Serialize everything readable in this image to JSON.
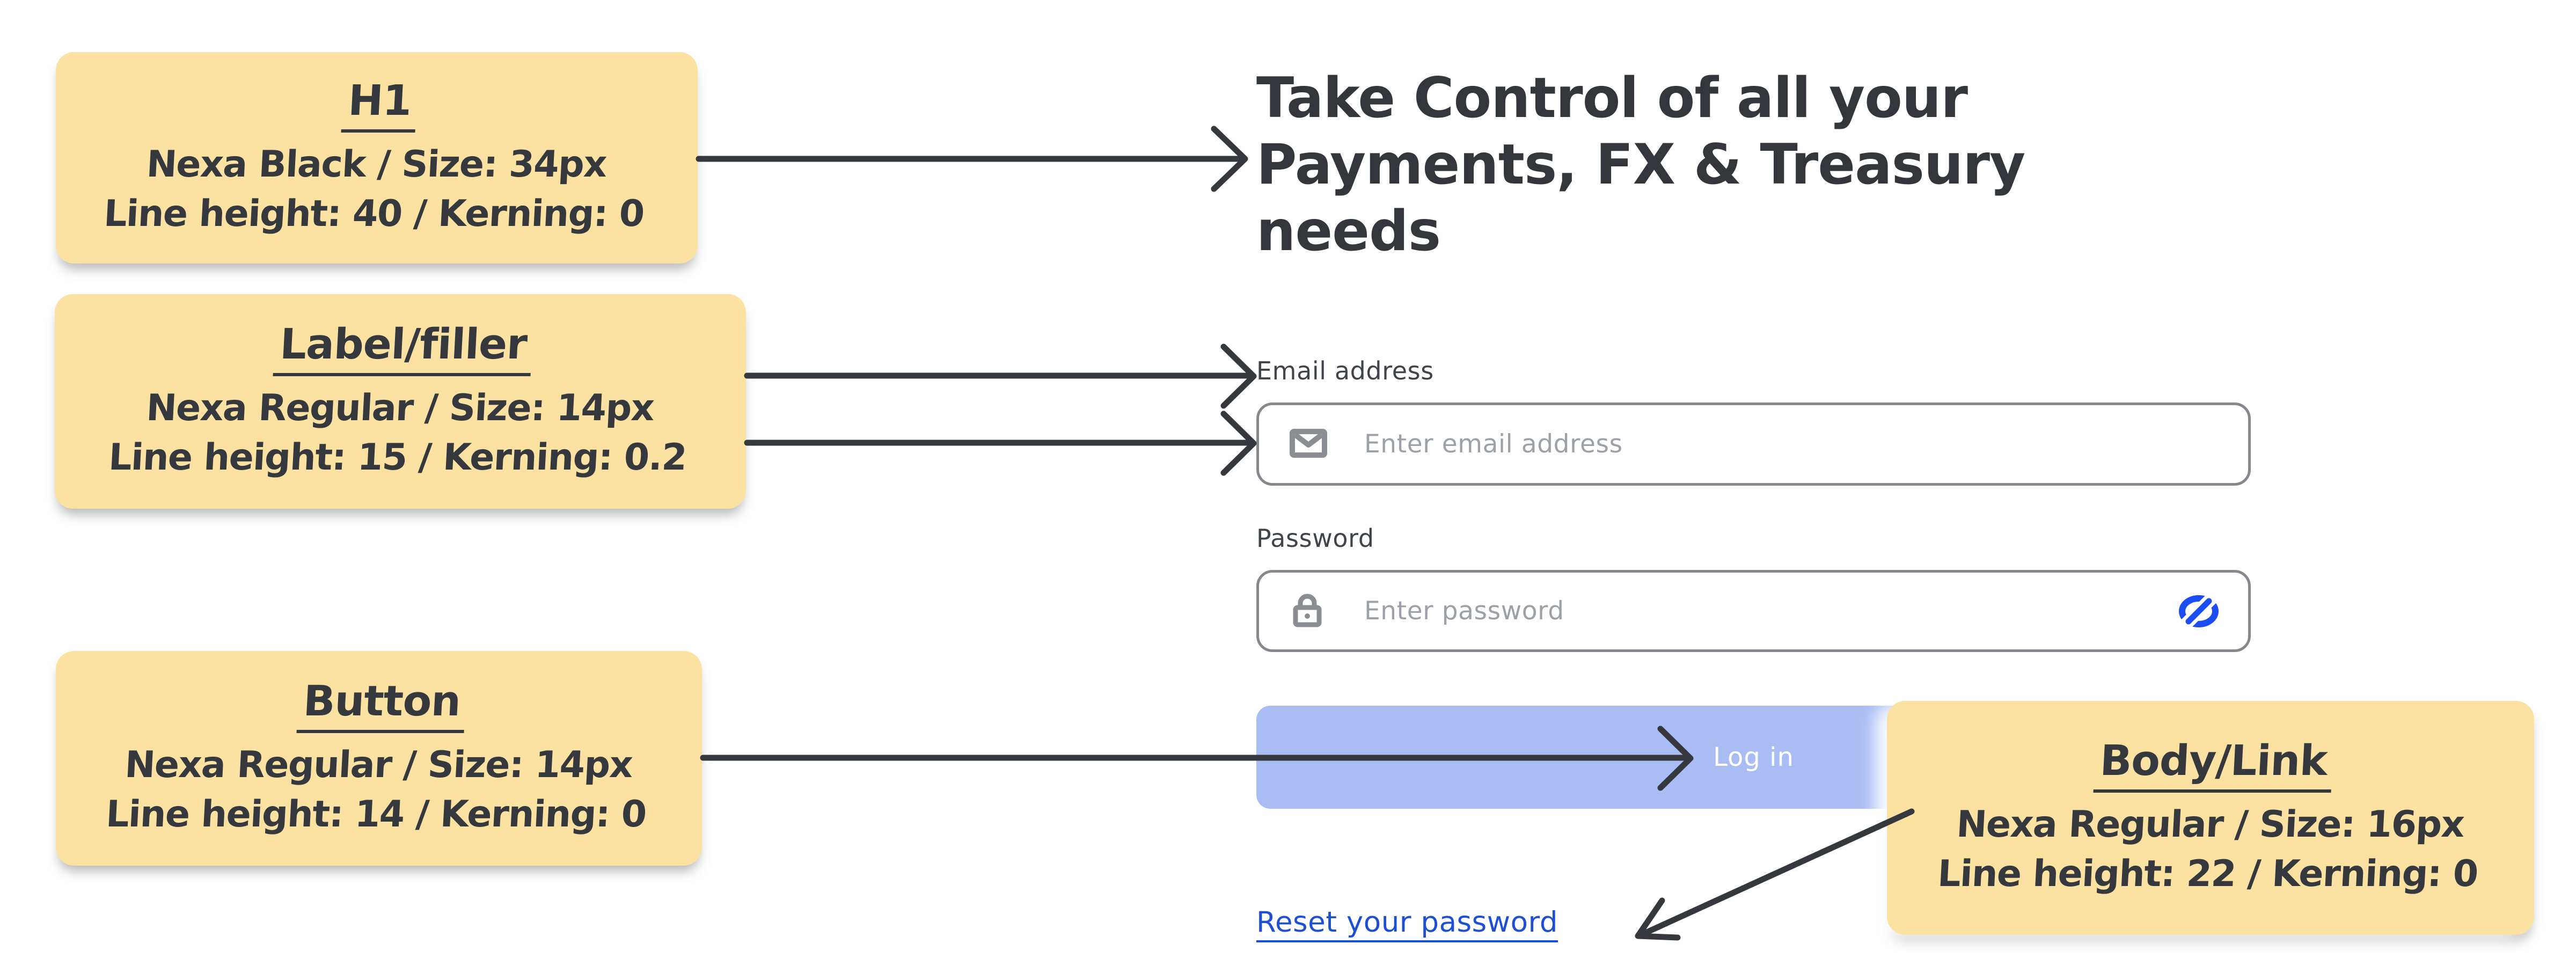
{
  "annotations": {
    "h1_spec": {
      "title": "H1",
      "line1": "Nexa Black / Size: 34px",
      "line2": "Line height: 40 / Kerning: 0"
    },
    "label_spec": {
      "title": "Label/filler",
      "line1": "Nexa Regular / Size: 14px",
      "line2": "Line height: 15 / Kerning: 0.2"
    },
    "button_spec": {
      "title": "Button",
      "line1": "Nexa Regular / Size: 14px",
      "line2": "Line height: 14 / Kerning: 0"
    },
    "body_link_spec": {
      "title": "Body/Link",
      "line1": "Nexa Regular / Size: 16px",
      "line2": "Line height: 22 / Kerning: 0"
    }
  },
  "form": {
    "heading_lines": {
      "l1": "Take Control of all your",
      "l2": "Payments, FX & Treasury",
      "l3": "needs"
    },
    "email": {
      "label": "Email address",
      "placeholder": "Enter email address",
      "value": ""
    },
    "password": {
      "label": "Password",
      "placeholder": "Enter password",
      "value": ""
    },
    "login_button_label": "Log in",
    "reset_link_label": "Reset your password"
  },
  "icons": {
    "email_field": "envelope-icon",
    "password_field": "lock-icon",
    "password_visibility": "eye-off-icon"
  },
  "colors": {
    "note_yellow": "#FCE2A2",
    "ink": "#35383D",
    "heading_text": "#33363B",
    "input_border": "#85888C",
    "placeholder_gray": "#9CA1A7",
    "icon_gray": "#8A8D91",
    "button_blue": "#A9BDF4",
    "link_blue": "#1D4FD3",
    "eye_icon_blue": "#1B4DF2",
    "background": "#FFFFFF"
  }
}
